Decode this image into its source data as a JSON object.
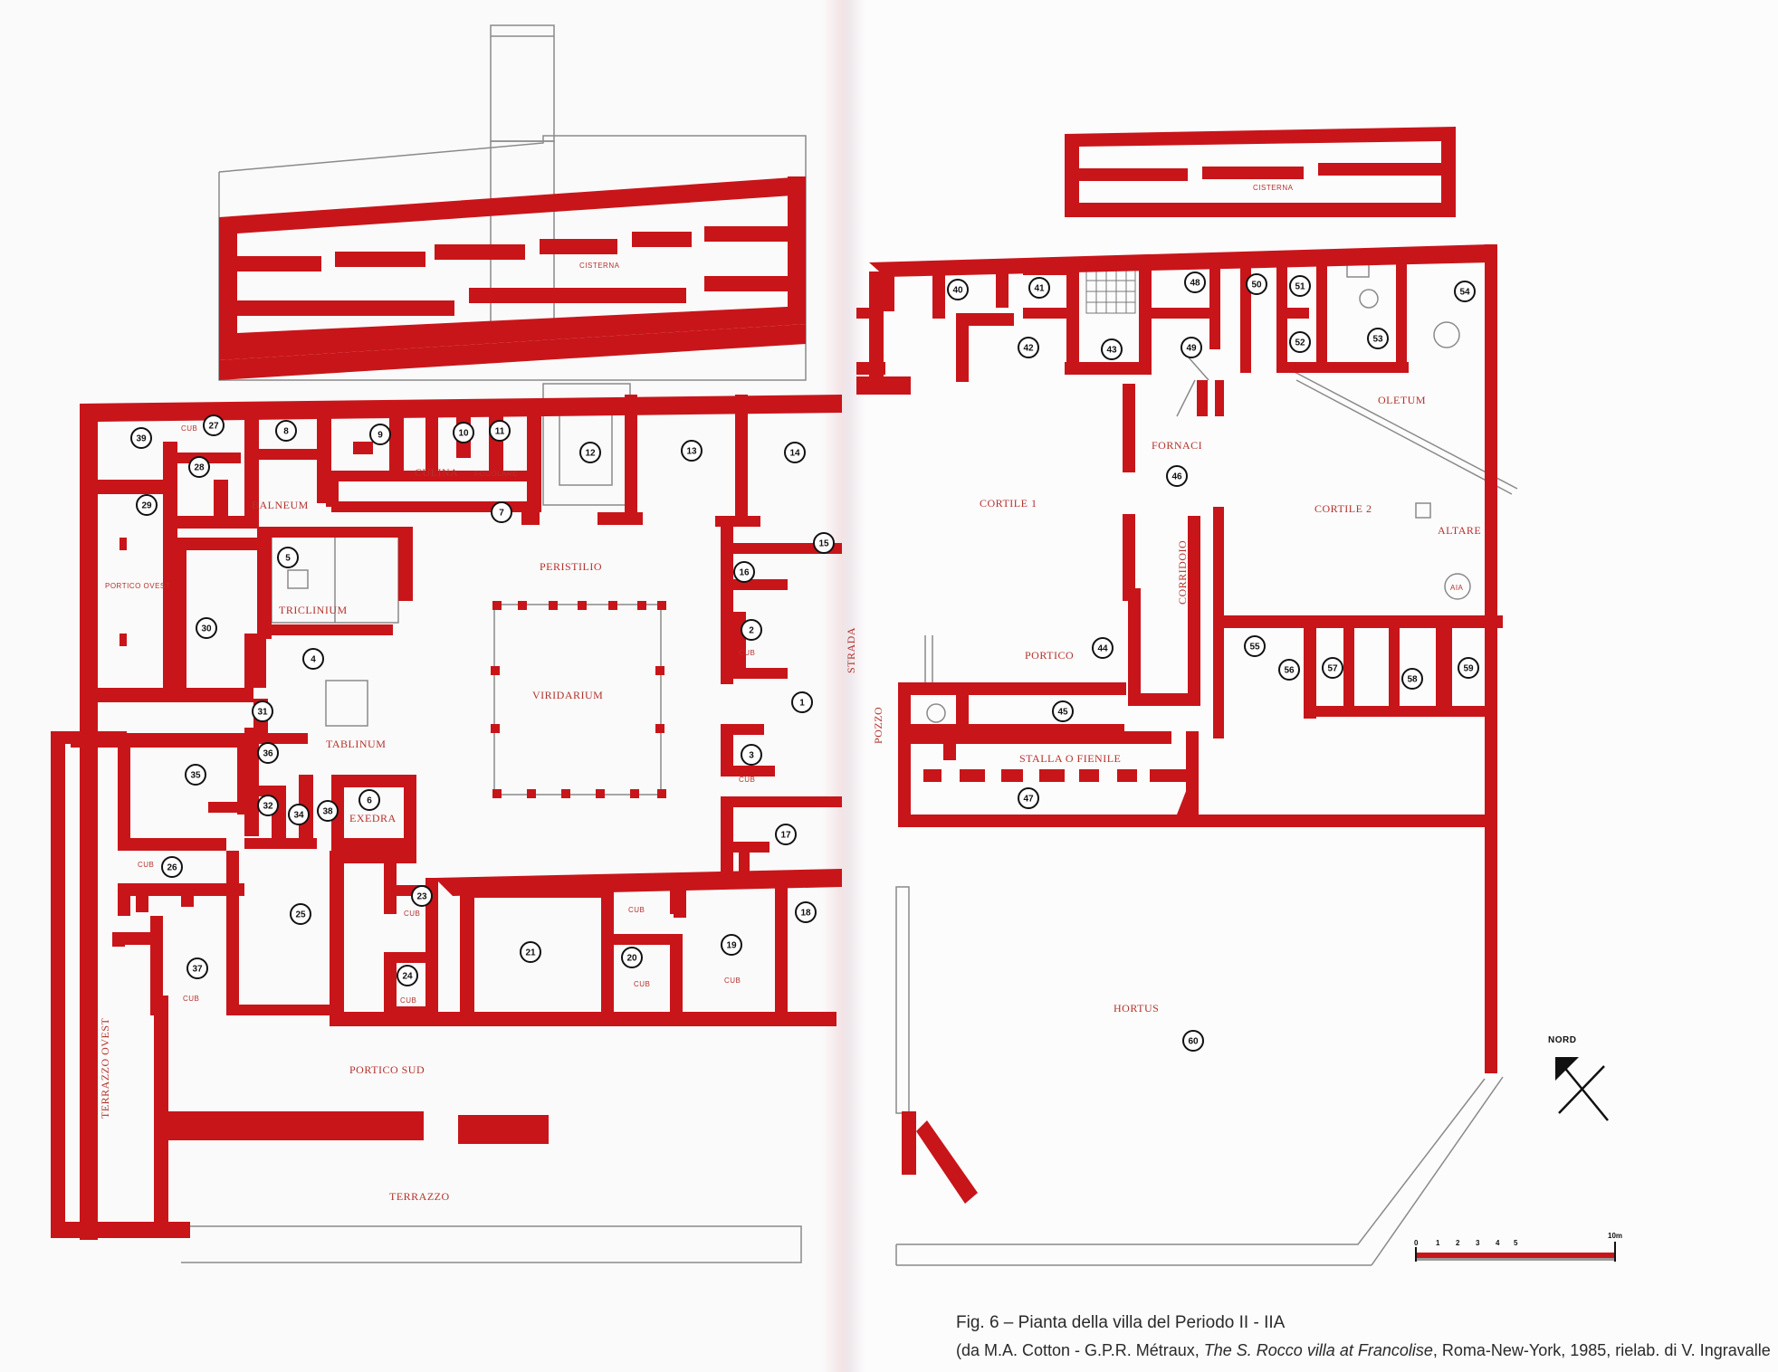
{
  "figure": {
    "caption_title": "Fig. 6 – Pianta della villa del Periodo II - IIA",
    "caption_source_prefix": "(da M.A. Cotton - G.P.R. Métraux, ",
    "caption_source_title": "The S. Rocco villa at Francolise",
    "caption_source_suffix": ", Roma-New-York, 1985, rielab. di V. Ingravalle"
  },
  "colors": {
    "wall": "#c8151a",
    "outline": "#8a8a8a",
    "text": "#b3322c"
  },
  "labels": {
    "cisterna_left": "CISTERNA",
    "cisterna_right": "CISTERNA",
    "balneum": "BALNEUM",
    "culina": "CULINA",
    "focolare": "FOCOLARE",
    "peristilio": "PERISTILIO",
    "viridarium": "VIRIDARIUM",
    "triclinium": "TRICLINIUM",
    "tablinum": "TABLINUM",
    "exedra": "EXEDRA",
    "portico_ovest": "PORTICO OVEST",
    "portico_sud": "PORTICO SUD",
    "terrazzo_ovest": "TERRAZZO OVEST",
    "terrazzo": "TERRAZZO",
    "strada": "STRADA",
    "pozzo": "POZZO",
    "fornaci": "FORNACI",
    "cortile1": "CORTILE 1",
    "cortile2": "CORTILE 2",
    "corridoio": "CORRIDOIO",
    "oletum": "OLETUM",
    "altare": "ALTARE",
    "aia": "AIA",
    "portico": "PORTICO",
    "stalla": "STALLA O FIENILE",
    "hortus": "HORTUS",
    "nord": "NORD",
    "cub": "CUB",
    "scale_ticks": [
      "0",
      "1",
      "2",
      "3",
      "4",
      "5"
    ],
    "scale_unit": "10m"
  },
  "rooms": [
    "1",
    "2",
    "3",
    "4",
    "5",
    "6",
    "7",
    "8",
    "9",
    "10",
    "11",
    "12",
    "13",
    "14",
    "15",
    "16",
    "17",
    "18",
    "19",
    "20",
    "21",
    "23",
    "24",
    "25",
    "26",
    "27",
    "28",
    "29",
    "30",
    "31",
    "32",
    "34",
    "35",
    "36",
    "37",
    "38",
    "39",
    "40",
    "41",
    "42",
    "43",
    "44",
    "45",
    "46",
    "47",
    "48",
    "49",
    "50",
    "51",
    "52",
    "53",
    "54",
    "55",
    "56",
    "57",
    "58",
    "59",
    "60"
  ]
}
